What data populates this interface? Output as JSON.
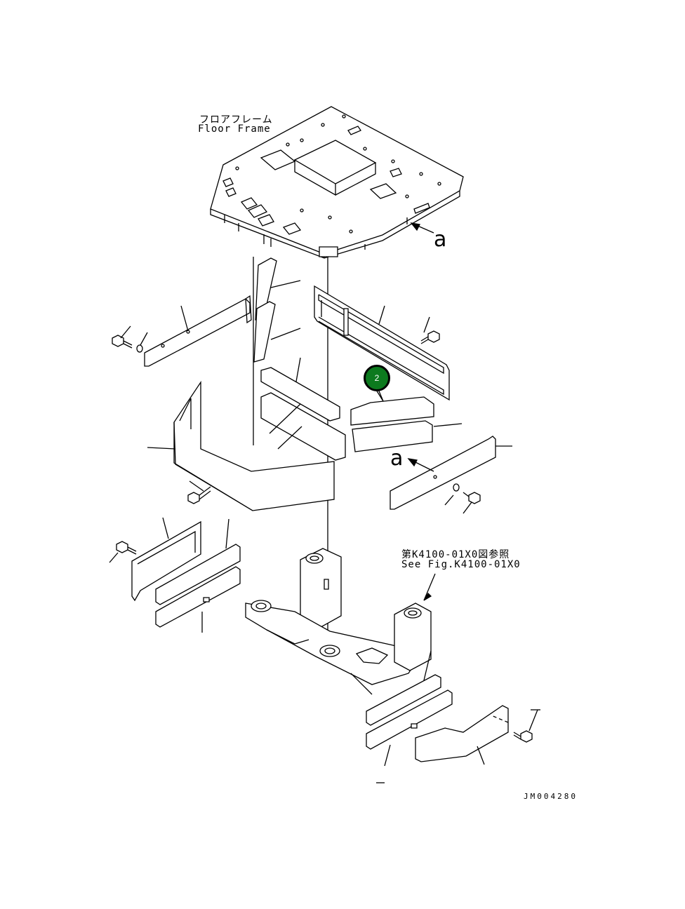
{
  "floor_frame": {
    "label_jp": "フロアフレーム",
    "label_en": "Floor Frame"
  },
  "view_marker": {
    "top": "a",
    "middle": "a"
  },
  "callout": {
    "number": "2",
    "fill": "#0c7a1e"
  },
  "reference": {
    "label_jp": "第K4100-01X0図参照",
    "label_en": "See Fig.K4100-01X0"
  },
  "drawing_id": "JM004280",
  "colors": {
    "line": "#000000",
    "background": "#ffffff"
  }
}
